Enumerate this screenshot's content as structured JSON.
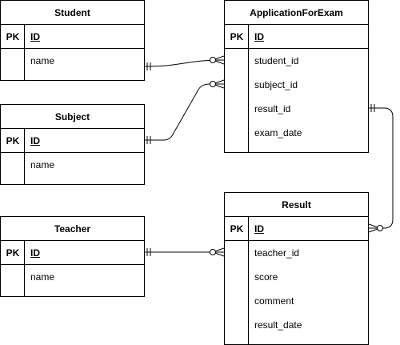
{
  "diagram": {
    "entities": [
      {
        "id": "student",
        "title": "Student",
        "pk_label": "PK",
        "pk_field": "ID",
        "fields": [
          "name"
        ]
      },
      {
        "id": "subject",
        "title": "Subject",
        "pk_label": "PK",
        "pk_field": "ID",
        "fields": [
          "name"
        ]
      },
      {
        "id": "teacher",
        "title": "Teacher",
        "pk_label": "PK",
        "pk_field": "ID",
        "fields": [
          "name"
        ]
      },
      {
        "id": "application",
        "title": "ApplicationForExam",
        "pk_label": "PK",
        "pk_field": "ID",
        "fields": [
          "student_id",
          "subject_id",
          "result_id",
          "exam_date"
        ]
      },
      {
        "id": "result",
        "title": "Result",
        "pk_label": "PK",
        "pk_field": "ID",
        "fields": [
          "teacher_id",
          "score",
          "comment",
          "result_date"
        ]
      }
    ],
    "relationships": [
      {
        "id": "student-application",
        "from": "student",
        "to": "application",
        "from_end": "one",
        "to_end": "zero-or-many"
      },
      {
        "id": "subject-application",
        "from": "subject",
        "to": "application",
        "from_end": "one",
        "to_end": "zero-or-many"
      },
      {
        "id": "application-result",
        "from": "application",
        "to": "result",
        "from_end": "one",
        "to_end": "zero-or-many"
      },
      {
        "id": "teacher-result",
        "from": "teacher",
        "to": "result",
        "from_end": "one",
        "to_end": "zero-or-many"
      }
    ]
  }
}
